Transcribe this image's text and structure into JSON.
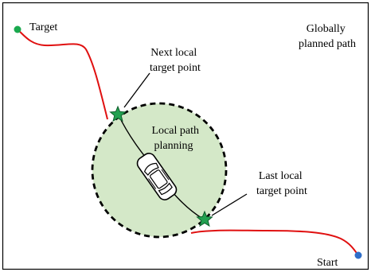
{
  "labels": {
    "target": "Target",
    "start": "Start",
    "global_path": [
      "Globally",
      "planned path"
    ],
    "next_point": [
      "Next local",
      "target point"
    ],
    "last_point": [
      "Last local",
      "target point"
    ],
    "local_planning": [
      "Local path",
      "planning"
    ]
  },
  "colors": {
    "global_path": "#e01010",
    "local_path": "#000000",
    "planning_area": "#d4e8c8",
    "target_marker": "#1aa94e",
    "start_marker": "#2f6ec8",
    "waypoint_star": "#22a050"
  },
  "icons": {
    "vehicle": "car-icon",
    "waypoint": "star-icon"
  }
}
